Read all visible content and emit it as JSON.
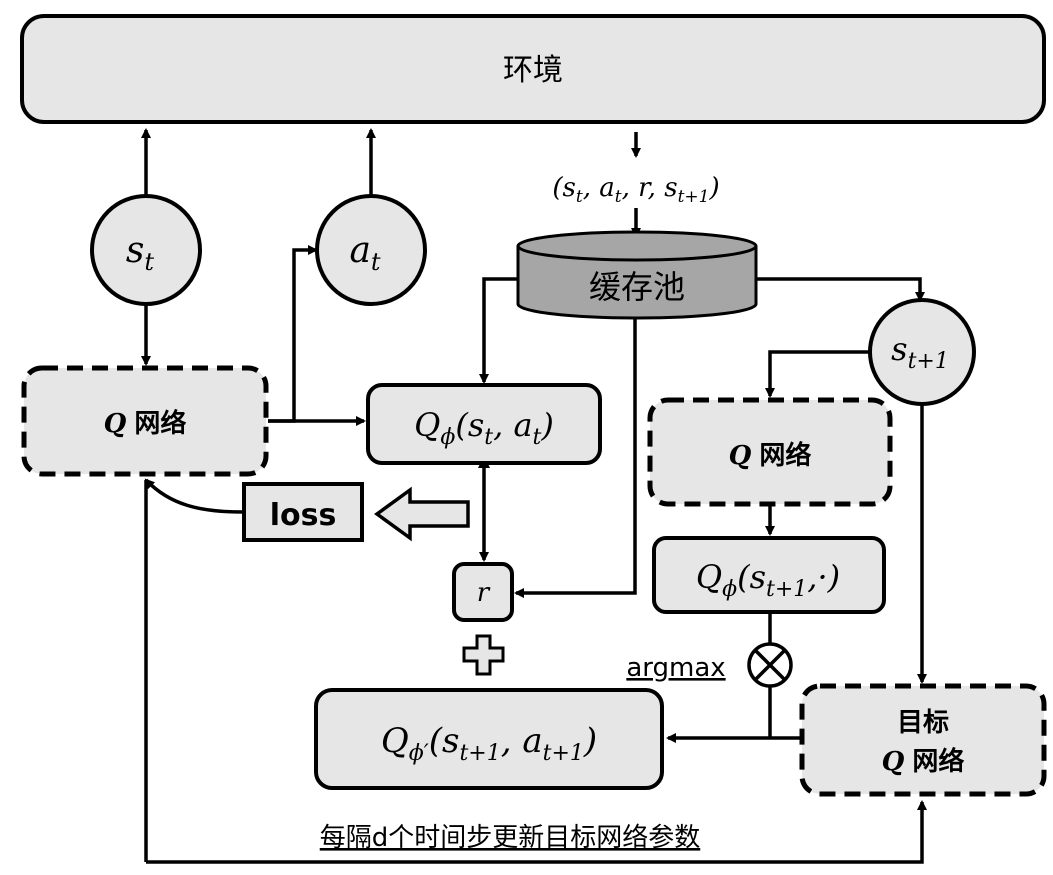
{
  "nodes": {
    "environment": "环境",
    "transition": "(s_t, a_t, r, s_t+1)",
    "replay_buffer": "缓存池",
    "state": {
      "base": "s",
      "sub": "t"
    },
    "action": {
      "base": "a",
      "sub": "t"
    },
    "next_state": {
      "base": "s",
      "sub": "t+1"
    },
    "q_network_left": {
      "q": "Q",
      "label": "网络"
    },
    "q_network_right": {
      "q": "Q",
      "label": "网络"
    },
    "q_sa": {
      "base": "Q",
      "sub": "ϕ",
      "args": "(s",
      "arg_sub1": "t",
      "mid": ", a",
      "arg_sub2": "t",
      "close": ")"
    },
    "q_next_all": {
      "base": "Q",
      "sub": "ϕ",
      "args": "(s",
      "arg_sub1": "t+1",
      "close": ",·)"
    },
    "q_target": {
      "base": "Q",
      "sub": "ϕ′",
      "args": "(s",
      "arg_sub1": "t+1",
      "mid": ", a",
      "arg_sub2": "t+1",
      "close": ")"
    },
    "reward": "r",
    "loss": "loss",
    "argmax": "argmax",
    "target_network": {
      "line1": "目标",
      "q": "Q",
      "label": "网络"
    },
    "update_note": "每隔d个时间步更新目标网络参数"
  },
  "icons": {
    "plus": "plus-icon",
    "otimes": "multiply-circle-icon",
    "hollow_arrow": "hollow-left-arrow-icon"
  }
}
